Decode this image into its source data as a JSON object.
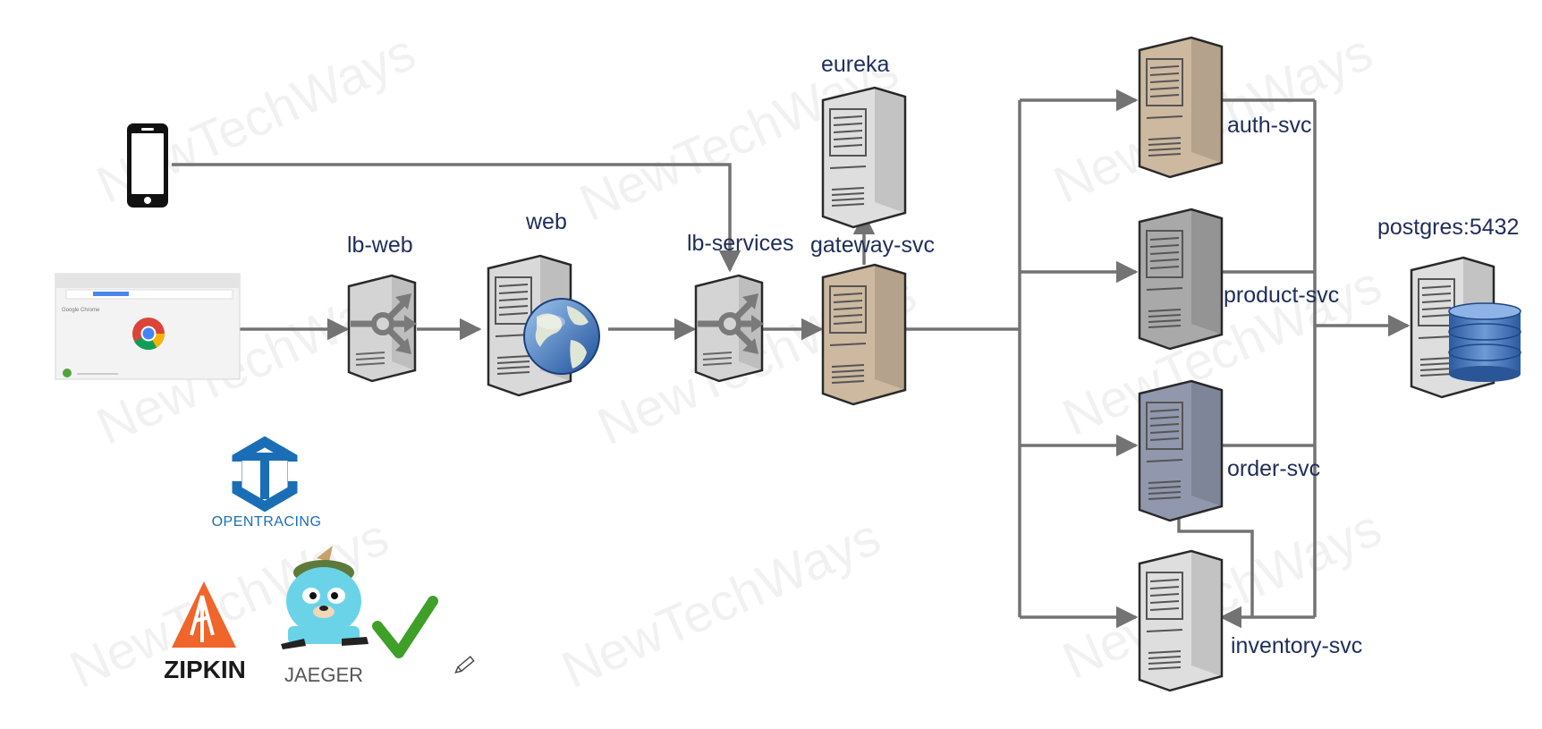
{
  "watermark": "NewTechWays",
  "labels": {
    "eureka": "eureka",
    "lb_web": "lb-web",
    "web": "web",
    "lb_services": "lb-services",
    "gateway": "gateway-svc",
    "auth": "auth-svc",
    "product": "product-svc",
    "order": "order-svc",
    "inventory": "inventory-svc",
    "postgres": "postgres:5432"
  },
  "logos": {
    "opentracing": "OPENTRACING",
    "zipkin": "ZIPKIN",
    "jaeger": "JAEGER",
    "browser_brand": "Google Chrome"
  },
  "colors": {
    "line": "#737373",
    "label": "#1f2d5a",
    "server_gray": "#d9d9d9",
    "server_tan": "#cdb9a0",
    "server_mid": "#a9a9a9",
    "server_blue": "#9198ad",
    "opentracing": "#1a6eb6",
    "zipkin": "#f0652a",
    "check": "#3fa028"
  }
}
